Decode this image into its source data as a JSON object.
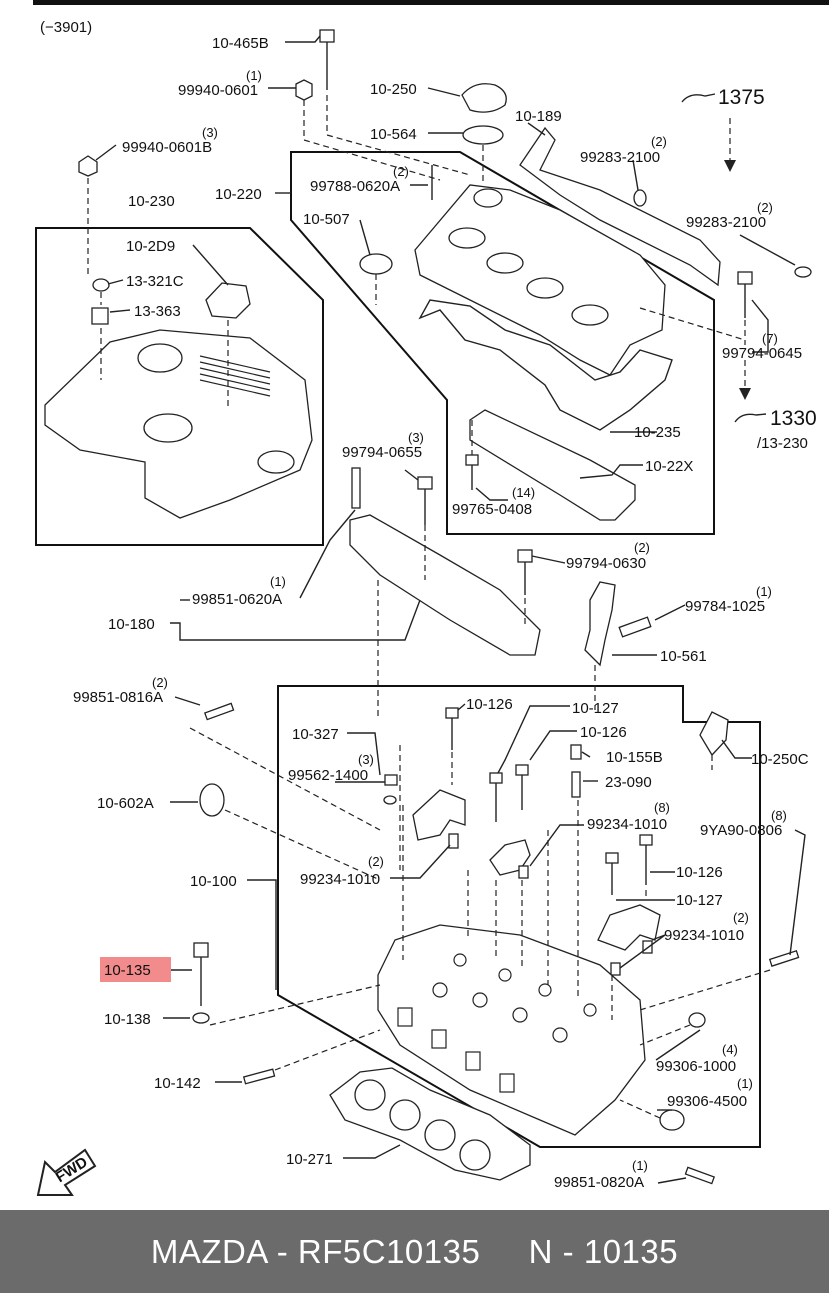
{
  "header": {
    "code": "(−3901)"
  },
  "colors": {
    "highlight": "#f28b8b",
    "footer_bg": "#6b6b6b",
    "footer_text": "#ffffff"
  },
  "labels": {
    "p10_465B": "10-465B",
    "p99940_0601": "99940-0601",
    "q1a": "(1)",
    "p10_250": "10-250",
    "p10_564": "10-564",
    "p10_189": "10-189",
    "ref1375": "1375",
    "p99940_0601B": "99940-0601B",
    "q3a": "(3)",
    "p10_220": "10-220",
    "p99788_0620A": "99788-0620A",
    "q2a": "(2)",
    "p99283_2100a": "99283-2100",
    "q2b": "(2)",
    "p99283_2100b": "99283-2100",
    "q2c": "(2)",
    "p10_230": "10-230",
    "p10_2D9": "10-2D9",
    "p13_321C": "13-321C",
    "p13_363": "13-363",
    "p10_507": "10-507",
    "p99794_0645": "99794-0645",
    "q7": "(7)",
    "ref1330": "1330",
    "ref13_230": "/13-230",
    "p10_235": "10-235",
    "p10_22X": "10-22X",
    "p99794_0655": "99794-0655",
    "q3b": "(3)",
    "p99765_0408": "99765-0408",
    "q14": "(14)",
    "p99794_0630": "99794-0630",
    "q2d": "(2)",
    "p99851_0620A": "99851-0620A",
    "q1b": "(1)",
    "p10_180": "10-180",
    "p99784_1025": "99784-1025",
    "q1c": "(1)",
    "p10_561": "10-561",
    "p99851_0816A": "99851-0816A",
    "q2e": "(2)",
    "p10_126a": "10-126",
    "p10_127a": "10-127",
    "p10_327": "10-327",
    "p10_126b": "10-126",
    "p10_155B": "10-155B",
    "p10_250C": "10-250C",
    "p99562_1400": "99562-1400",
    "q3c": "(3)",
    "p23_090": "23-090",
    "p10_602A": "10-602A",
    "p99234_1010a": "99234-1010",
    "q8a": "(8)",
    "p9YA90_0806": "9YA90-0806",
    "q8b": "(8)",
    "p10_100": "10-100",
    "p99234_1010b": "99234-1010",
    "q2f": "(2)",
    "p10_126c": "10-126",
    "p10_127b": "10-127",
    "p99234_1010c": "99234-1010",
    "q2g": "(2)",
    "p10_135": "10-135",
    "p10_138": "10-138",
    "p99306_1000": "99306-1000",
    "q4": "(4)",
    "p10_142": "10-142",
    "p99306_4500": "99306-4500",
    "q1d": "(1)",
    "p10_271": "10-271",
    "p99851_0820A": "99851-0820A",
    "q1e": "(1)",
    "fwd": "FWD"
  },
  "footer": {
    "text": "MAZDA - RF5C10135     N - 10135"
  }
}
